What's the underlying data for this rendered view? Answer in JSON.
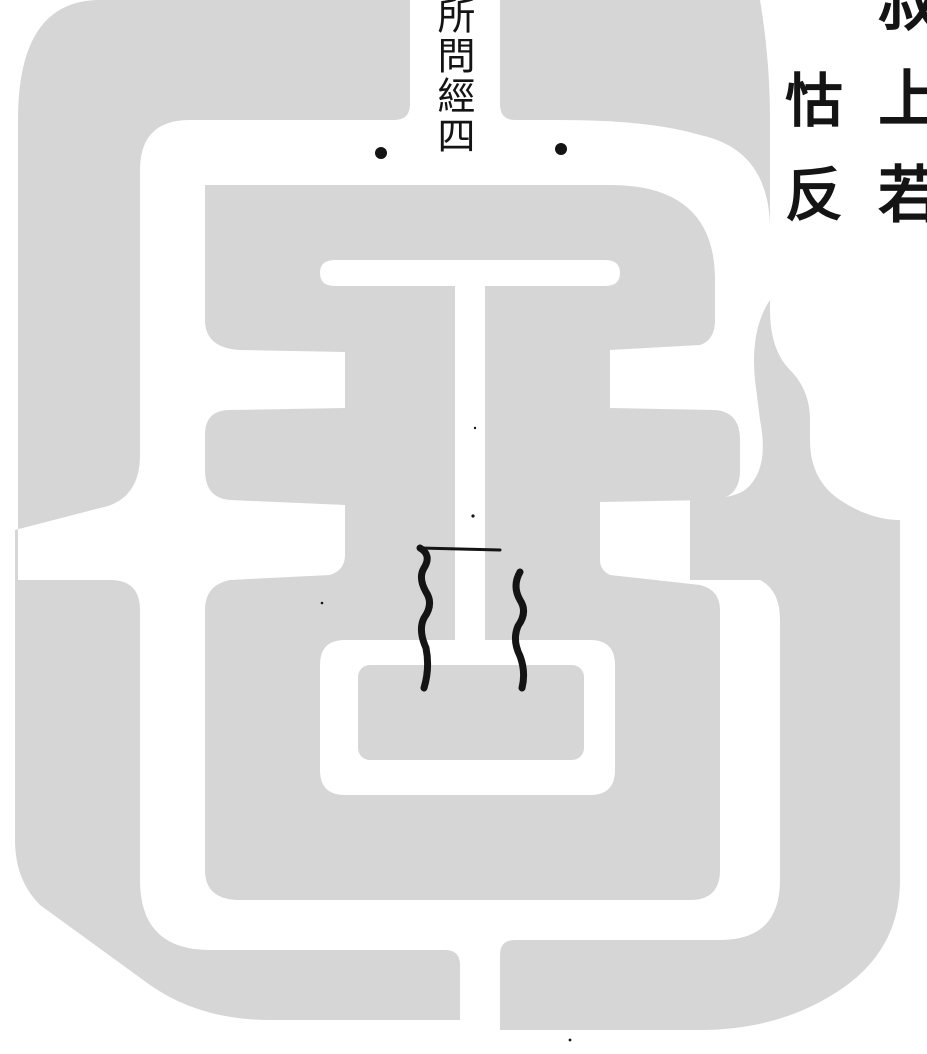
{
  "seal": {
    "colors": {
      "ground": "#ffffff",
      "fill": "#d6d6d6",
      "ink": "#141414"
    }
  },
  "text": {
    "annotation": "所問經四",
    "column_right": "叔上若",
    "column_left": "怙反"
  }
}
